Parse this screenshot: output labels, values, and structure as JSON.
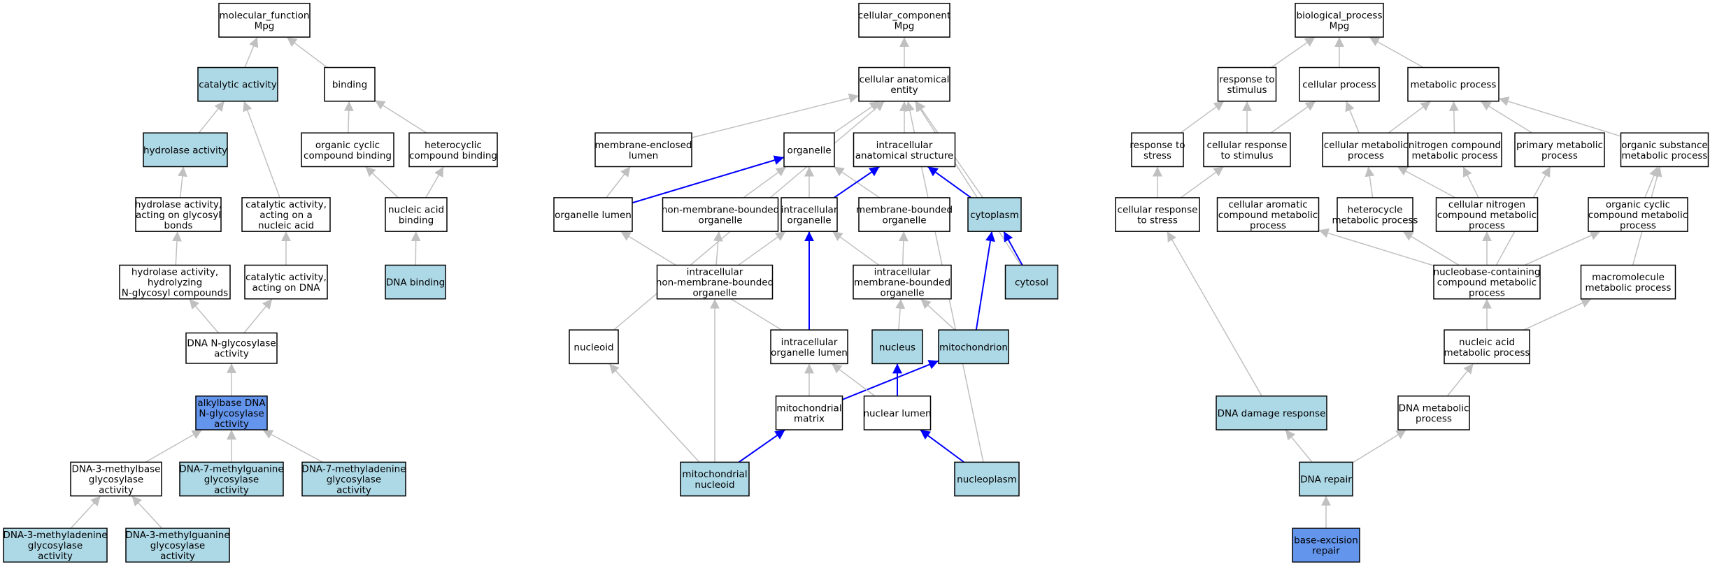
{
  "colors": {
    "white": "#ffffff",
    "light": "#add8e6",
    "dark": "#6495ed",
    "edge_gray": "#c0c0c0",
    "edge_blue": "#0000ff"
  },
  "nodes": {
    "mf_root": {
      "lines": [
        "molecular_function",
        "Mpg"
      ],
      "fill": "white"
    },
    "catalytic": {
      "lines": [
        "catalytic activity"
      ],
      "fill": "light"
    },
    "binding": {
      "lines": [
        "binding"
      ],
      "fill": "white"
    },
    "hydrolase": {
      "lines": [
        "hydrolase activity"
      ],
      "fill": "light"
    },
    "org_cyc_bind": {
      "lines": [
        "organic cyclic",
        "compound binding"
      ],
      "fill": "white"
    },
    "het_bind": {
      "lines": [
        "heterocyclic",
        "compound binding"
      ],
      "fill": "white"
    },
    "hyd_glyc": {
      "lines": [
        "hydrolase activity,",
        "acting on glycosyl",
        "bonds"
      ],
      "fill": "white"
    },
    "cat_nuc": {
      "lines": [
        "catalytic activity,",
        "acting on a",
        "nucleic acid"
      ],
      "fill": "white"
    },
    "na_bind": {
      "lines": [
        "nucleic acid",
        "binding"
      ],
      "fill": "white"
    },
    "hyd_nglyc": {
      "lines": [
        "hydrolase activity,",
        "hydrolyzing",
        "N-glycosyl compounds"
      ],
      "fill": "white"
    },
    "cat_dna": {
      "lines": [
        "catalytic activity,",
        "acting on DNA"
      ],
      "fill": "white"
    },
    "dna_bind": {
      "lines": [
        "DNA binding"
      ],
      "fill": "light"
    },
    "dna_nglyc": {
      "lines": [
        "DNA N-glycosylase",
        "activity"
      ],
      "fill": "white"
    },
    "alkyl": {
      "lines": [
        "alkylbase DNA",
        "N-glycosylase",
        "activity"
      ],
      "fill": "dark"
    },
    "d3mb": {
      "lines": [
        "DNA-3-methylbase",
        "glycosylase",
        "activity"
      ],
      "fill": "white"
    },
    "d7mg": {
      "lines": [
        "DNA-7-methylguanine",
        "glycosylase",
        "activity"
      ],
      "fill": "light"
    },
    "d7ma": {
      "lines": [
        "DNA-7-methyladenine",
        "glycosylase",
        "activity"
      ],
      "fill": "light"
    },
    "d3ma": {
      "lines": [
        "DNA-3-methyladenine",
        "glycosylase",
        "activity"
      ],
      "fill": "light"
    },
    "d3mg": {
      "lines": [
        "DNA-3-methylguanine",
        "glycosylase",
        "activity"
      ],
      "fill": "light"
    },
    "cc_root": {
      "lines": [
        "cellular_component",
        "Mpg"
      ],
      "fill": "white"
    },
    "cae": {
      "lines": [
        "cellular anatomical",
        "entity"
      ],
      "fill": "white"
    },
    "mel": {
      "lines": [
        "membrane-enclosed",
        "lumen"
      ],
      "fill": "white"
    },
    "organelle": {
      "lines": [
        "organelle"
      ],
      "fill": "white"
    },
    "ias": {
      "lines": [
        "intracellular",
        "anatomical structure"
      ],
      "fill": "white"
    },
    "org_lumen": {
      "lines": [
        "organelle lumen"
      ],
      "fill": "white"
    },
    "nmbo": {
      "lines": [
        "non-membrane-bounded",
        "organelle"
      ],
      "fill": "white"
    },
    "io": {
      "lines": [
        "intracellular",
        "organelle"
      ],
      "fill": "white"
    },
    "mbo": {
      "lines": [
        "membrane-bounded",
        "organelle"
      ],
      "fill": "white"
    },
    "cytoplasm": {
      "lines": [
        "cytoplasm"
      ],
      "fill": "light"
    },
    "inmbo": {
      "lines": [
        "intracellular",
        "non-membrane-bounded",
        "organelle"
      ],
      "fill": "white"
    },
    "imbo": {
      "lines": [
        "intracellular",
        "membrane-bounded",
        "organelle"
      ],
      "fill": "white"
    },
    "cytosol": {
      "lines": [
        "cytosol"
      ],
      "fill": "light"
    },
    "nucleoid": {
      "lines": [
        "nucleoid"
      ],
      "fill": "white"
    },
    "iol": {
      "lines": [
        "intracellular",
        "organelle lumen"
      ],
      "fill": "white"
    },
    "nucleus": {
      "lines": [
        "nucleus"
      ],
      "fill": "light"
    },
    "mito": {
      "lines": [
        "mitochondrion"
      ],
      "fill": "light"
    },
    "mmatrix": {
      "lines": [
        "mitochondrial",
        "matrix"
      ],
      "fill": "white"
    },
    "nlumen": {
      "lines": [
        "nuclear lumen"
      ],
      "fill": "white"
    },
    "mnucleoid": {
      "lines": [
        "mitochondrial",
        "nucleoid"
      ],
      "fill": "light"
    },
    "nucleoplasm": {
      "lines": [
        "nucleoplasm"
      ],
      "fill": "light"
    },
    "bp_root": {
      "lines": [
        "biological_process",
        "Mpg"
      ],
      "fill": "white"
    },
    "rts": {
      "lines": [
        "response to",
        "stimulus"
      ],
      "fill": "white"
    },
    "cp": {
      "lines": [
        "cellular process"
      ],
      "fill": "white"
    },
    "mp": {
      "lines": [
        "metabolic process"
      ],
      "fill": "white"
    },
    "rtstress": {
      "lines": [
        "response to",
        "stress"
      ],
      "fill": "white"
    },
    "crts": {
      "lines": [
        "cellular response",
        "to stimulus"
      ],
      "fill": "white"
    },
    "cmp": {
      "lines": [
        "cellular metabolic",
        "process"
      ],
      "fill": "white"
    },
    "ncmp": {
      "lines": [
        "nitrogen compound",
        "metabolic process"
      ],
      "fill": "white"
    },
    "pmp": {
      "lines": [
        "primary metabolic",
        "process"
      ],
      "fill": "white"
    },
    "osmp": {
      "lines": [
        "organic substance",
        "metabolic process"
      ],
      "fill": "white"
    },
    "crstress": {
      "lines": [
        "cellular response",
        "to stress"
      ],
      "fill": "white"
    },
    "cacmp": {
      "lines": [
        "cellular aromatic",
        "compound metabolic",
        "process"
      ],
      "fill": "white"
    },
    "hmp": {
      "lines": [
        "heterocycle",
        "metabolic process"
      ],
      "fill": "white"
    },
    "cncmp": {
      "lines": [
        "cellular nitrogen",
        "compound metabolic",
        "process"
      ],
      "fill": "white"
    },
    "occmp": {
      "lines": [
        "organic cyclic",
        "compound metabolic",
        "process"
      ],
      "fill": "white"
    },
    "nbcmp": {
      "lines": [
        "nucleobase-containing",
        "compound metabolic",
        "process"
      ],
      "fill": "white"
    },
    "mmp": {
      "lines": [
        "macromolecule",
        "metabolic process"
      ],
      "fill": "white"
    },
    "namp": {
      "lines": [
        "nucleic acid",
        "metabolic process"
      ],
      "fill": "white"
    },
    "ddr": {
      "lines": [
        "DNA damage response"
      ],
      "fill": "light"
    },
    "dmp": {
      "lines": [
        "DNA metabolic",
        "process"
      ],
      "fill": "white"
    },
    "repair": {
      "lines": [
        "DNA repair"
      ],
      "fill": "light"
    },
    "ber": {
      "lines": [
        "base-excision",
        "repair"
      ],
      "fill": "dark"
    }
  },
  "edges": [
    {
      "from": "catalytic",
      "to": "mf_root",
      "color": "gray"
    },
    {
      "from": "binding",
      "to": "mf_root",
      "color": "gray"
    },
    {
      "from": "hydrolase",
      "to": "catalytic",
      "color": "gray"
    },
    {
      "from": "cat_nuc",
      "to": "catalytic",
      "color": "gray"
    },
    {
      "from": "org_cyc_bind",
      "to": "binding",
      "color": "gray"
    },
    {
      "from": "het_bind",
      "to": "binding",
      "color": "gray"
    },
    {
      "from": "hyd_glyc",
      "to": "hydrolase",
      "color": "gray"
    },
    {
      "from": "na_bind",
      "to": "org_cyc_bind",
      "color": "gray"
    },
    {
      "from": "na_bind",
      "to": "het_bind",
      "color": "gray"
    },
    {
      "from": "hyd_nglyc",
      "to": "hyd_glyc",
      "color": "gray"
    },
    {
      "from": "cat_dna",
      "to": "cat_nuc",
      "color": "gray"
    },
    {
      "from": "dna_bind",
      "to": "na_bind",
      "color": "gray"
    },
    {
      "from": "dna_nglyc",
      "to": "hyd_nglyc",
      "color": "gray"
    },
    {
      "from": "dna_nglyc",
      "to": "cat_dna",
      "color": "gray"
    },
    {
      "from": "alkyl",
      "to": "dna_nglyc",
      "color": "gray"
    },
    {
      "from": "d3mb",
      "to": "alkyl",
      "color": "gray"
    },
    {
      "from": "d7mg",
      "to": "alkyl",
      "color": "gray"
    },
    {
      "from": "d7ma",
      "to": "alkyl",
      "color": "gray"
    },
    {
      "from": "d3ma",
      "to": "d3mb",
      "color": "gray"
    },
    {
      "from": "d3mg",
      "to": "d3mb",
      "color": "gray"
    },
    {
      "from": "cae",
      "to": "cc_root",
      "color": "gray"
    },
    {
      "from": "mel",
      "to": "cae",
      "color": "gray"
    },
    {
      "from": "organelle",
      "to": "cae",
      "color": "gray"
    },
    {
      "from": "ias",
      "to": "cae",
      "color": "gray"
    },
    {
      "from": "cytoplasm",
      "to": "cae",
      "color": "gray"
    },
    {
      "from": "cytosol",
      "to": "cae",
      "color": "gray"
    },
    {
      "from": "nucleoid",
      "to": "cae",
      "color": "gray"
    },
    {
      "from": "nucleoplasm",
      "to": "cae",
      "color": "gray"
    },
    {
      "from": "org_lumen",
      "to": "mel",
      "color": "gray"
    },
    {
      "from": "org_lumen",
      "to": "organelle",
      "color": "blue"
    },
    {
      "from": "nmbo",
      "to": "organelle",
      "color": "gray"
    },
    {
      "from": "io",
      "to": "organelle",
      "color": "gray"
    },
    {
      "from": "mbo",
      "to": "organelle",
      "color": "gray"
    },
    {
      "from": "io",
      "to": "ias",
      "color": "blue"
    },
    {
      "from": "cytoplasm",
      "to": "ias",
      "color": "blue"
    },
    {
      "from": "inmbo",
      "to": "nmbo",
      "color": "gray"
    },
    {
      "from": "inmbo",
      "to": "io",
      "color": "gray"
    },
    {
      "from": "imbo",
      "to": "io",
      "color": "gray"
    },
    {
      "from": "imbo",
      "to": "mbo",
      "color": "gray"
    },
    {
      "from": "iol",
      "to": "io",
      "color": "blue"
    },
    {
      "from": "iol",
      "to": "org_lumen",
      "color": "gray"
    },
    {
      "from": "mito",
      "to": "cytoplasm",
      "color": "blue"
    },
    {
      "from": "cytosol",
      "to": "cytoplasm",
      "color": "blue"
    },
    {
      "from": "nucleus",
      "to": "imbo",
      "color": "gray"
    },
    {
      "from": "mito",
      "to": "imbo",
      "color": "gray"
    },
    {
      "from": "mmatrix",
      "to": "iol",
      "color": "gray"
    },
    {
      "from": "mmatrix",
      "to": "mito",
      "color": "blue"
    },
    {
      "from": "nlumen",
      "to": "iol",
      "color": "gray"
    },
    {
      "from": "nlumen",
      "to": "nucleus",
      "color": "blue"
    },
    {
      "from": "mnucleoid",
      "to": "mmatrix",
      "color": "blue"
    },
    {
      "from": "mnucleoid",
      "to": "nucleoid",
      "color": "gray"
    },
    {
      "from": "mnucleoid",
      "to": "inmbo",
      "color": "gray"
    },
    {
      "from": "nucleoplasm",
      "to": "nlumen",
      "color": "blue"
    },
    {
      "from": "rts",
      "to": "bp_root",
      "color": "gray"
    },
    {
      "from": "cp",
      "to": "bp_root",
      "color": "gray"
    },
    {
      "from": "mp",
      "to": "bp_root",
      "color": "gray"
    },
    {
      "from": "rtstress",
      "to": "rts",
      "color": "gray"
    },
    {
      "from": "crts",
      "to": "rts",
      "color": "gray"
    },
    {
      "from": "crts",
      "to": "cp",
      "color": "gray"
    },
    {
      "from": "cmp",
      "to": "cp",
      "color": "gray"
    },
    {
      "from": "cmp",
      "to": "mp",
      "color": "gray"
    },
    {
      "from": "ncmp",
      "to": "mp",
      "color": "gray"
    },
    {
      "from": "pmp",
      "to": "mp",
      "color": "gray"
    },
    {
      "from": "osmp",
      "to": "mp",
      "color": "gray"
    },
    {
      "from": "crstress",
      "to": "rtstress",
      "color": "gray"
    },
    {
      "from": "crstress",
      "to": "crts",
      "color": "gray"
    },
    {
      "from": "hmp",
      "to": "cmp",
      "color": "gray"
    },
    {
      "from": "cncmp",
      "to": "cmp",
      "color": "gray"
    },
    {
      "from": "cncmp",
      "to": "ncmp",
      "color": "gray"
    },
    {
      "from": "occmp",
      "to": "osmp",
      "color": "gray"
    },
    {
      "from": "nbcmp",
      "to": "cacmp",
      "color": "gray"
    },
    {
      "from": "nbcmp",
      "to": "hmp",
      "color": "gray"
    },
    {
      "from": "nbcmp",
      "to": "cncmp",
      "color": "gray"
    },
    {
      "from": "nbcmp",
      "to": "occmp",
      "color": "gray"
    },
    {
      "from": "nbcmp",
      "to": "pmp",
      "color": "gray"
    },
    {
      "from": "mmp",
      "to": "osmp",
      "color": "gray"
    },
    {
      "from": "namp",
      "to": "nbcmp",
      "color": "gray"
    },
    {
      "from": "namp",
      "to": "mmp",
      "color": "gray"
    },
    {
      "from": "ddr",
      "to": "crstress",
      "color": "gray"
    },
    {
      "from": "dmp",
      "to": "namp",
      "color": "gray"
    },
    {
      "from": "repair",
      "to": "ddr",
      "color": "gray"
    },
    {
      "from": "repair",
      "to": "dmp",
      "color": "gray"
    },
    {
      "from": "ber",
      "to": "repair",
      "color": "gray"
    }
  ]
}
